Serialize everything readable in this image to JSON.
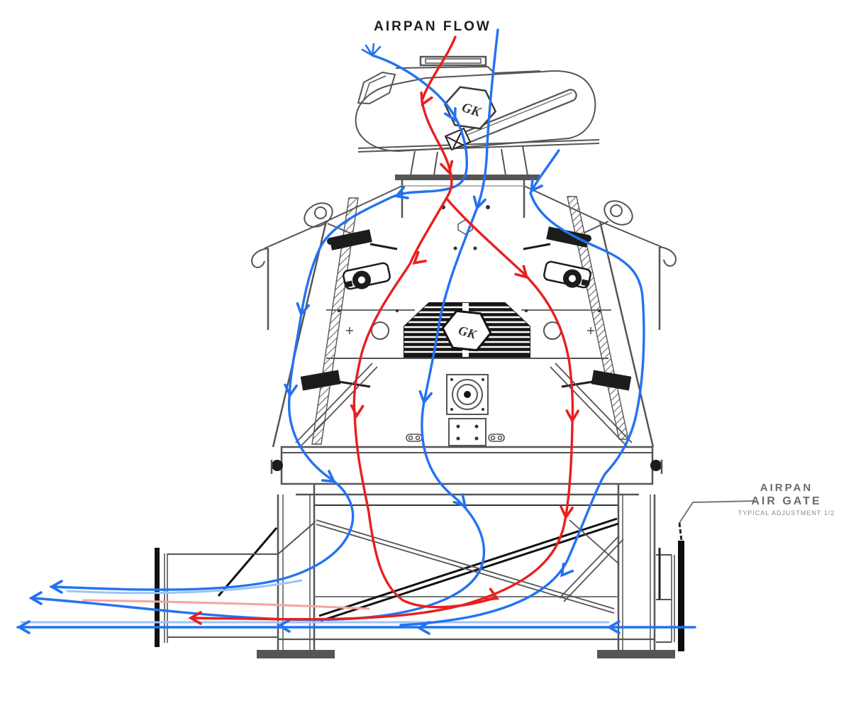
{
  "title": "AIRPAN FLOW",
  "annotation": {
    "line1": "AIRPAN",
    "line2": "AIR GATE",
    "line3": "TYPICAL ADJUSTMENT 1/2"
  },
  "brand": {
    "logo_text": "GK"
  },
  "colors": {
    "flow_blue": "#2472f2",
    "flow_blue_light": "#9cc4f6",
    "flow_red": "#ea1f1f",
    "flow_red_light": "#f5a3a3",
    "drawing_line": "#555555",
    "drawing_dark": "#141414",
    "title_text": "#1d1d1d",
    "annotation_text": "#6b6b6b"
  }
}
